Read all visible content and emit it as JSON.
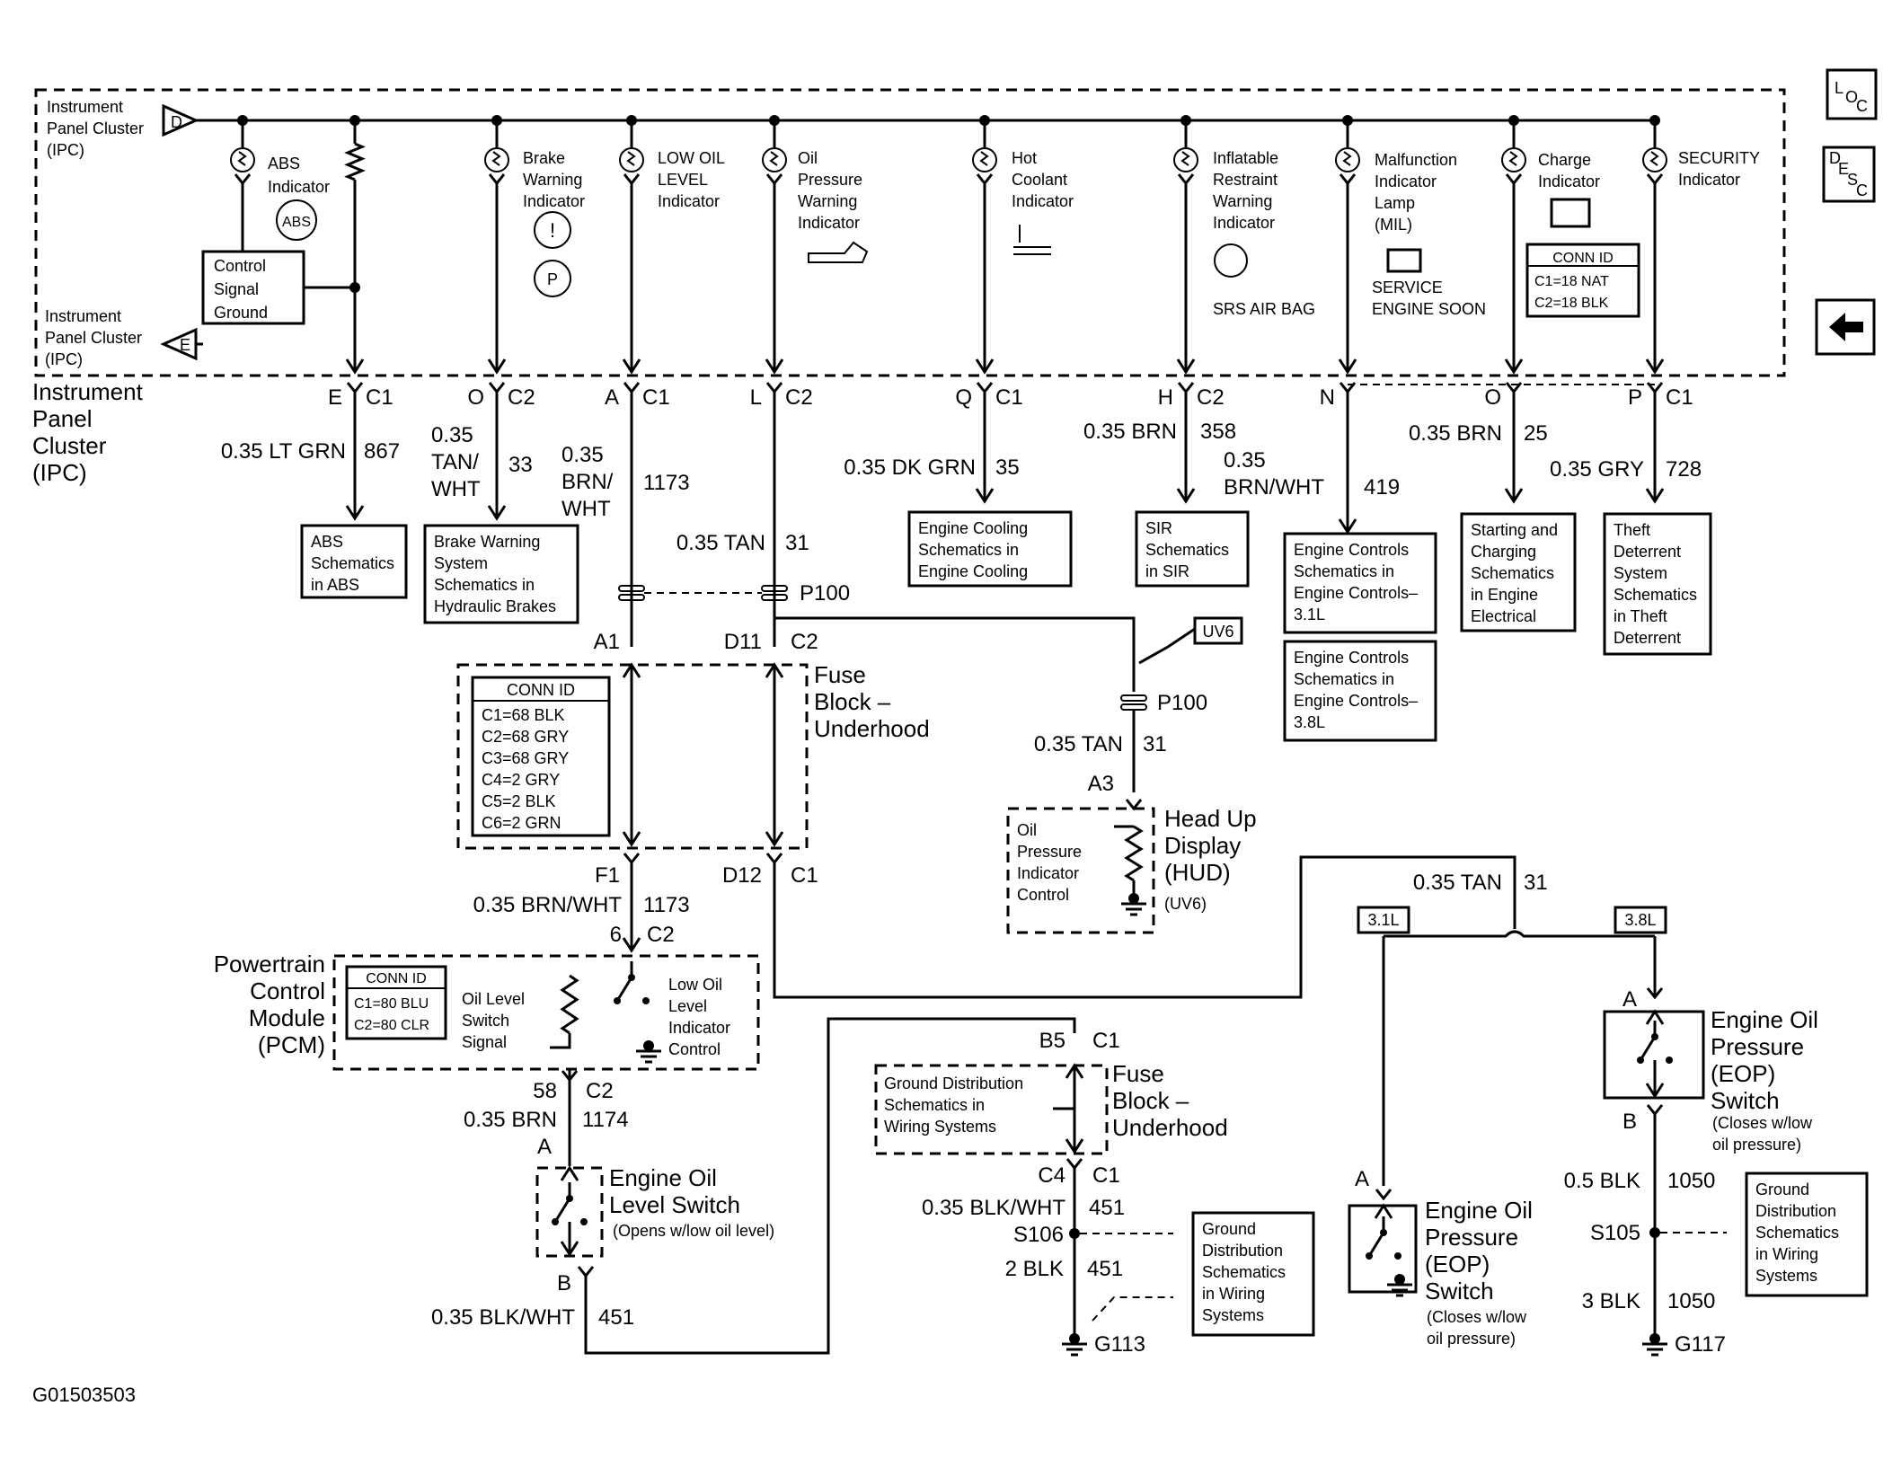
{
  "figure_id": "G01503503",
  "nav": {
    "loc": [
      "L",
      "O",
      "C"
    ],
    "desc": [
      "D",
      "E",
      "S",
      "C"
    ],
    "back_arrow": "left-arrow-icon"
  },
  "ipc": {
    "top_label": [
      "Instrument",
      "Panel Cluster",
      "(IPC)"
    ],
    "top_conn": "D",
    "bottom_label": [
      "Instrument",
      "Panel Cluster",
      "(IPC)"
    ],
    "bottom_conn": "E",
    "side_label": [
      "Instrument",
      "Panel",
      "Cluster",
      "(IPC)"
    ],
    "control_box": [
      "Control",
      "Signal",
      "Ground"
    ],
    "conn_id": {
      "title": "CONN ID",
      "lines": [
        "C1=18 NAT",
        "C2=18 BLK"
      ]
    }
  },
  "indicators": [
    {
      "label": [
        "ABS",
        "Indicator"
      ],
      "icon": "abs-icon",
      "icon_text": "ABS"
    },
    {
      "label": [
        "Brake",
        "Warning",
        "Indicator"
      ],
      "icon": "brake-warning-icon",
      "icon_text": [
        "!",
        "P"
      ]
    },
    {
      "label": [
        "LOW OIL",
        "LEVEL",
        "Indicator"
      ]
    },
    {
      "label": [
        "Oil",
        "Pressure",
        "Warning",
        "Indicator"
      ],
      "icon": "oil-can-icon"
    },
    {
      "label": [
        "Hot",
        "Coolant",
        "Indicator"
      ],
      "icon": "coolant-temp-icon"
    },
    {
      "label": [
        "Inflatable",
        "Restraint",
        "Warning",
        "Indicator"
      ],
      "icon": "airbag-icon",
      "caption": "SRS AIR BAG"
    },
    {
      "label": [
        "Malfunction",
        "Indicator",
        "Lamp",
        "(MIL)"
      ],
      "icon": "engine-icon",
      "caption": [
        "SERVICE",
        "ENGINE SOON"
      ]
    },
    {
      "label": [
        "Charge",
        "Indicator"
      ],
      "icon": "battery-icon"
    },
    {
      "label": [
        "SECURITY",
        "Indicator"
      ]
    }
  ],
  "pins": [
    {
      "pin": "E",
      "conn": "C1",
      "wire": "0.35 LT GRN",
      "circuit": "867"
    },
    {
      "pin": "O",
      "conn": "C2",
      "wire": [
        "0.35",
        "TAN/",
        "WHT"
      ],
      "circuit": "33"
    },
    {
      "pin": "A",
      "conn": "C1",
      "wire": [
        "0.35",
        "BRN/",
        "WHT"
      ],
      "circuit": "1173"
    },
    {
      "pin": "L",
      "conn": "C2",
      "wire": "0.35 TAN",
      "circuit": "31"
    },
    {
      "pin": "Q",
      "conn": "C1",
      "wire": "0.35 DK GRN",
      "circuit": "35"
    },
    {
      "pin": "H",
      "conn": "C2",
      "wire": "0.35 BRN",
      "circuit": "358"
    },
    {
      "pin": "N",
      "conn": "",
      "wire": [
        "0.35",
        "BRN/WHT"
      ],
      "circuit": "419"
    },
    {
      "pin": "O",
      "conn": "",
      "wire": "0.35 BRN",
      "circuit": "25"
    },
    {
      "pin": "P",
      "conn": "C1",
      "wire": "0.35 GRY",
      "circuit": "728"
    }
  ],
  "references": [
    [
      "ABS",
      "Schematics",
      "in ABS"
    ],
    [
      "Brake Warning",
      "System",
      "Schematics in",
      "Hydraulic Brakes"
    ],
    [
      "Engine Cooling",
      "Schematics in",
      "Engine Cooling"
    ],
    [
      "SIR",
      "Schematics",
      "in SIR"
    ],
    [
      "Engine Controls",
      "Schematics in",
      "Engine Controls–",
      "3.1L"
    ],
    [
      "Engine Controls",
      "Schematics in",
      "Engine Controls–",
      "3.8L"
    ],
    [
      "Starting and",
      "Charging",
      "Schematics",
      "in Engine",
      "Electrical"
    ],
    [
      "Theft",
      "Deterrent",
      "System",
      "Schematics",
      "in Theft",
      "Deterrent"
    ]
  ],
  "p100": {
    "label": "P100",
    "left_pin": "A1",
    "right_pin": "D11",
    "right_conn": "C2"
  },
  "fuse_block_1": {
    "label": [
      "Fuse",
      "Block –",
      "Underhood"
    ],
    "conn_id": {
      "title": "CONN ID",
      "lines": [
        "C1=68 BLK",
        "C2=68 GRY",
        "C3=68 GRY",
        "C4=2 GRY",
        "C5=2 BLK",
        "C6=2 GRN"
      ]
    },
    "bottom_left": {
      "pin": "F1"
    },
    "bottom_right": {
      "pin": "D12",
      "conn": "C1"
    },
    "wire": "0.35 BRN/WHT",
    "circuit": "1173"
  },
  "hud": {
    "option_tag": "UV6",
    "connector": "P100",
    "wire": "0.35 TAN",
    "circuit": "31",
    "pin": "A3",
    "label": [
      "Head Up",
      "Display",
      "(HUD)"
    ],
    "option": "(UV6)",
    "inner": [
      "Oil",
      "Pressure",
      "Indicator",
      "Control"
    ]
  },
  "pcm": {
    "pin_in": "6",
    "conn_in": "C2",
    "label": [
      "Powertrain",
      "Control",
      "Module",
      "(PCM)"
    ],
    "conn_id": {
      "title": "CONN ID",
      "lines": [
        "C1=80 BLU",
        "C2=80 CLR"
      ]
    },
    "switch_signal": [
      "Oil Level",
      "Switch",
      "Signal"
    ],
    "indicator_control": [
      "Low Oil",
      "Level",
      "Indicator",
      "Control"
    ],
    "pin_out": "58",
    "conn_out": "C2",
    "wire_out": "0.35 BRN",
    "circuit_out": "1174"
  },
  "oil_level_switch": {
    "pin_a": "A",
    "label": [
      "Engine Oil",
      "Level Switch"
    ],
    "note": "(Opens w/low oil level)",
    "pin_b": "B",
    "wire": "0.35 BLK/WHT",
    "circuit": "451"
  },
  "fuse_block_2": {
    "pin_top": "B5",
    "conn_top": "C1",
    "label": [
      "Fuse",
      "Block –",
      "Underhood"
    ],
    "inner": [
      "Ground Distribution",
      "Schematics in",
      "Wiring Systems"
    ],
    "pin_bottom": "C4",
    "conn_bottom": "C1",
    "wire": "0.35 BLK/WHT",
    "circuit": "451",
    "splice": "S106",
    "wire2": "2 BLK",
    "circuit2": "451",
    "ground": "G113",
    "reference": [
      "Ground",
      "Distribution",
      "Schematics",
      "in Wiring",
      "Systems"
    ]
  },
  "eop": {
    "wire": "0.35 TAN",
    "circuit": "31",
    "tag_31": "3.1L",
    "tag_38": "3.8L",
    "switch_31": {
      "pin": "A",
      "label": [
        "Engine Oil",
        "Pressure",
        "(EOP)",
        "Switch"
      ],
      "note": [
        "(Closes w/low",
        "oil pressure)"
      ]
    },
    "switch_38": {
      "pin_a": "A",
      "pin_b": "B",
      "label": [
        "Engine Oil",
        "Pressure",
        "(EOP)",
        "Switch"
      ],
      "note": [
        "(Closes w/low",
        "oil pressure)"
      ]
    },
    "wire_b": "0.5 BLK",
    "circuit_b": "1050",
    "splice": "S105",
    "wire_g": "3 BLK",
    "circuit_g": "1050",
    "ground": "G117",
    "reference": [
      "Ground",
      "Distribution",
      "Schematics",
      "in Wiring",
      "Systems"
    ]
  }
}
